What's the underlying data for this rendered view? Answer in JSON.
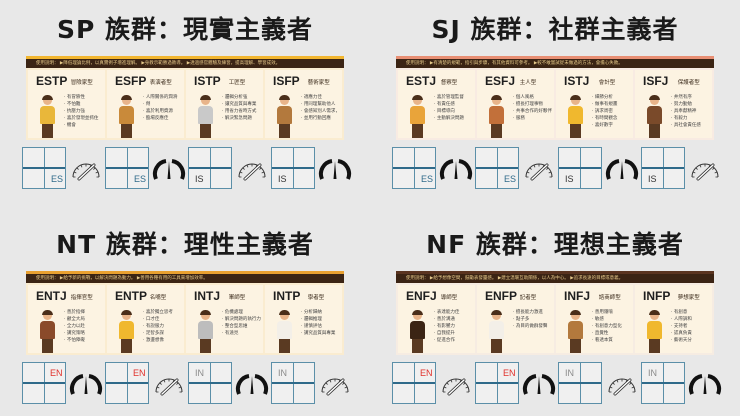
{
  "colors": {
    "background": "#e8e8e8",
    "title_text": "#1a1a1a",
    "banner_bg": "#3b2414",
    "grid_border": "#5b8fa8",
    "label_teal": "#2f6a8a",
    "label_dark": "#333333",
    "label_red": "#e0302a",
    "label_gray": "#8a8a8a"
  },
  "quadrants": [
    {
      "id": "sp",
      "title": "SP 族群：現實主義者",
      "accent": "#f2b630",
      "panel_bg": "#faecd0",
      "banner": "使用說明：  ▶降低理論比例，以真實例子增進理解。 ▶身教示範勝過教導。 ▶透過感官體驗及練習，提高理解、學習成效。",
      "cards": [
        {
          "code": "ESTP",
          "role": "冒險家型",
          "traits": [
            "有冒險性",
            "不怕難",
            "抗壓力強",
            "喜於發現並抓住",
            "機會"
          ],
          "shirt": "#e9b73a"
        },
        {
          "code": "ESFP",
          "role": "表演者型",
          "traits": [
            "人際關係的潤滑",
            "劑",
            "喜於利用資源",
            "臨場反應佳"
          ],
          "shirt": "#c98a3a"
        },
        {
          "code": "ISTP",
          "role": "工匠型",
          "traits": [
            "邏輯分析強",
            "讓究品質與專業",
            "用省力省時方式",
            "解決緊急問題"
          ],
          "shirt": "#c9c9c9"
        },
        {
          "code": "ISFP",
          "role": "藝術家型",
          "traits": [
            "適應力佳",
            "用同理幫助他人",
            "會感知別人需求，",
            "並用行動回應"
          ],
          "shirt": "#b3793d"
        }
      ],
      "indicators": [
        {
          "label": "ES",
          "label_pos": "br",
          "label_color": "#2f6a8a",
          "gauge": "thin"
        },
        {
          "label": "ES",
          "label_pos": "br",
          "label_color": "#2f6a8a",
          "gauge": "bold"
        },
        {
          "label": "IS",
          "label_pos": "bl",
          "label_color": "#333333",
          "gauge": "thin"
        },
        {
          "label": "IS",
          "label_pos": "bl",
          "label_color": "#333333",
          "gauge": "bold"
        }
      ]
    },
    {
      "id": "sj",
      "title": "SJ 族群：社群主義者",
      "accent": "#e88f74",
      "panel_bg": "#f8ebe2",
      "banner": "使用說明：  ▶有清楚的規範，指引與步驟，有其他資料可參考。 ▶較不敢嘗試從未做過的方法，會擔心失敗。",
      "cards": [
        {
          "code": "ESTJ",
          "role": "督察型",
          "traits": [
            "喜於管理監督",
            "有責任感",
            "目標導向",
            "主動解決問題"
          ],
          "shirt": "#e9a43a"
        },
        {
          "code": "ESFJ",
          "role": "主人型",
          "traits": [
            "個人風格",
            "擅長打理事物",
            "共事合作的好夥伴",
            "服務"
          ],
          "shirt": "#c2703a"
        },
        {
          "code": "ISTJ",
          "role": "會計型",
          "traits": [
            "細節分析",
            "做事有規畫",
            "訴求周密",
            "有時間觀念",
            "喜好數字"
          ],
          "shirt": "#f0b82e"
        },
        {
          "code": "ISFJ",
          "role": "保護者型",
          "traits": [
            "井然有序",
            "努力勤勉",
            "具奉獻精神",
            "有毅力",
            "具社會責任感"
          ],
          "shirt": "#7a4a2a"
        }
      ],
      "indicators": [
        {
          "label": "ES",
          "label_pos": "br",
          "label_color": "#2f6a8a",
          "gauge": "bold"
        },
        {
          "label": "ES",
          "label_pos": "br",
          "label_color": "#2f6a8a",
          "gauge": "thin"
        },
        {
          "label": "IS",
          "label_pos": "bl",
          "label_color": "#333333",
          "gauge": "bold"
        },
        {
          "label": "IS",
          "label_pos": "bl",
          "label_color": "#333333",
          "gauge": "thin"
        }
      ]
    },
    {
      "id": "nt",
      "title": "NT 族群：理性主義者",
      "accent": "#e8a030",
      "panel_bg": "#faecd0",
      "banner": "使用說明：  ▶給予新的挑戰，以解決問題為動力。 ▶善用各種有用的工具來增加效率。",
      "cards": [
        {
          "code": "ENTJ",
          "role": "指揮官型",
          "traits": [
            "善於指揮",
            "顧全大局",
            "全力以赴",
            "講究策略",
            "不怕障礙"
          ],
          "shirt": "#8a4a2a"
        },
        {
          "code": "ENTP",
          "role": "名嘴型",
          "traits": [
            "喜於獨立思考",
            "口才佳",
            "有說服力",
            "足智多謀",
            "激盪想像"
          ],
          "shirt": "#f0b82e"
        },
        {
          "code": "INTJ",
          "role": "軍師型",
          "traits": [
            "危機處理",
            "解決問題的執行力",
            "整合型思維",
            "有遠見"
          ],
          "shirt": "#bdbdbd"
        },
        {
          "code": "INTP",
          "role": "學者型",
          "traits": [
            "分析歸納",
            "邏輯推理",
            "謹慎評估",
            "講究品質與專業"
          ],
          "shirt": "#f3efe8"
        }
      ],
      "indicators": [
        {
          "label": "EN",
          "label_pos": "tr",
          "label_color": "#e0302a",
          "gauge": "bold"
        },
        {
          "label": "EN",
          "label_pos": "tr",
          "label_color": "#e0302a",
          "gauge": "thin"
        },
        {
          "label": "IN",
          "label_pos": "tl",
          "label_color": "#8a8a8a",
          "gauge": "bold"
        },
        {
          "label": "IN",
          "label_pos": "tl",
          "label_color": "#8a8a8a",
          "gauge": "thin"
        }
      ]
    },
    {
      "id": "nf",
      "title": "NF 族群：理想主義者",
      "accent": "#5a3420",
      "panel_bg": "#f6ece2",
      "banner": "使用說明：  ▶給予想像空間，鼓勵表發靈感。 ▶建立溫暖互助關係，以人為中心。 ▶追求長遠的目標或意義。",
      "cards": [
        {
          "code": "ENFJ",
          "role": "導師型",
          "traits": [
            "表達能力佳",
            "善於溝通",
            "有影響力",
            "自我提升",
            "促進合作"
          ],
          "shirt": "#3b2414"
        },
        {
          "code": "ENFP",
          "role": "記者型",
          "traits": [
            "擅長能力激進",
            "點子多",
            "為目的做群發聲"
          ],
          "shirt": "#f3efe8"
        },
        {
          "code": "INFJ",
          "role": "諮商師型",
          "traits": [
            "善用隱喻",
            "敏感",
            "有創意力型化",
            "直覺性",
            "看透本質"
          ],
          "shirt": "#b3793d"
        },
        {
          "code": "INFP",
          "role": "夢想家型",
          "traits": [
            "有創意",
            "人際調和",
            "支持者",
            "認真負責",
            "藝術天分"
          ],
          "shirt": "#f0b82e"
        }
      ],
      "indicators": [
        {
          "label": "EN",
          "label_pos": "tr",
          "label_color": "#e0302a",
          "gauge": "thin"
        },
        {
          "label": "EN",
          "label_pos": "tr",
          "label_color": "#e0302a",
          "gauge": "bold"
        },
        {
          "label": "IN",
          "label_pos": "tl",
          "label_color": "#8a8a8a",
          "gauge": "thin"
        },
        {
          "label": "IN",
          "label_pos": "tl",
          "label_color": "#8a8a8a",
          "gauge": "bold"
        }
      ]
    }
  ]
}
